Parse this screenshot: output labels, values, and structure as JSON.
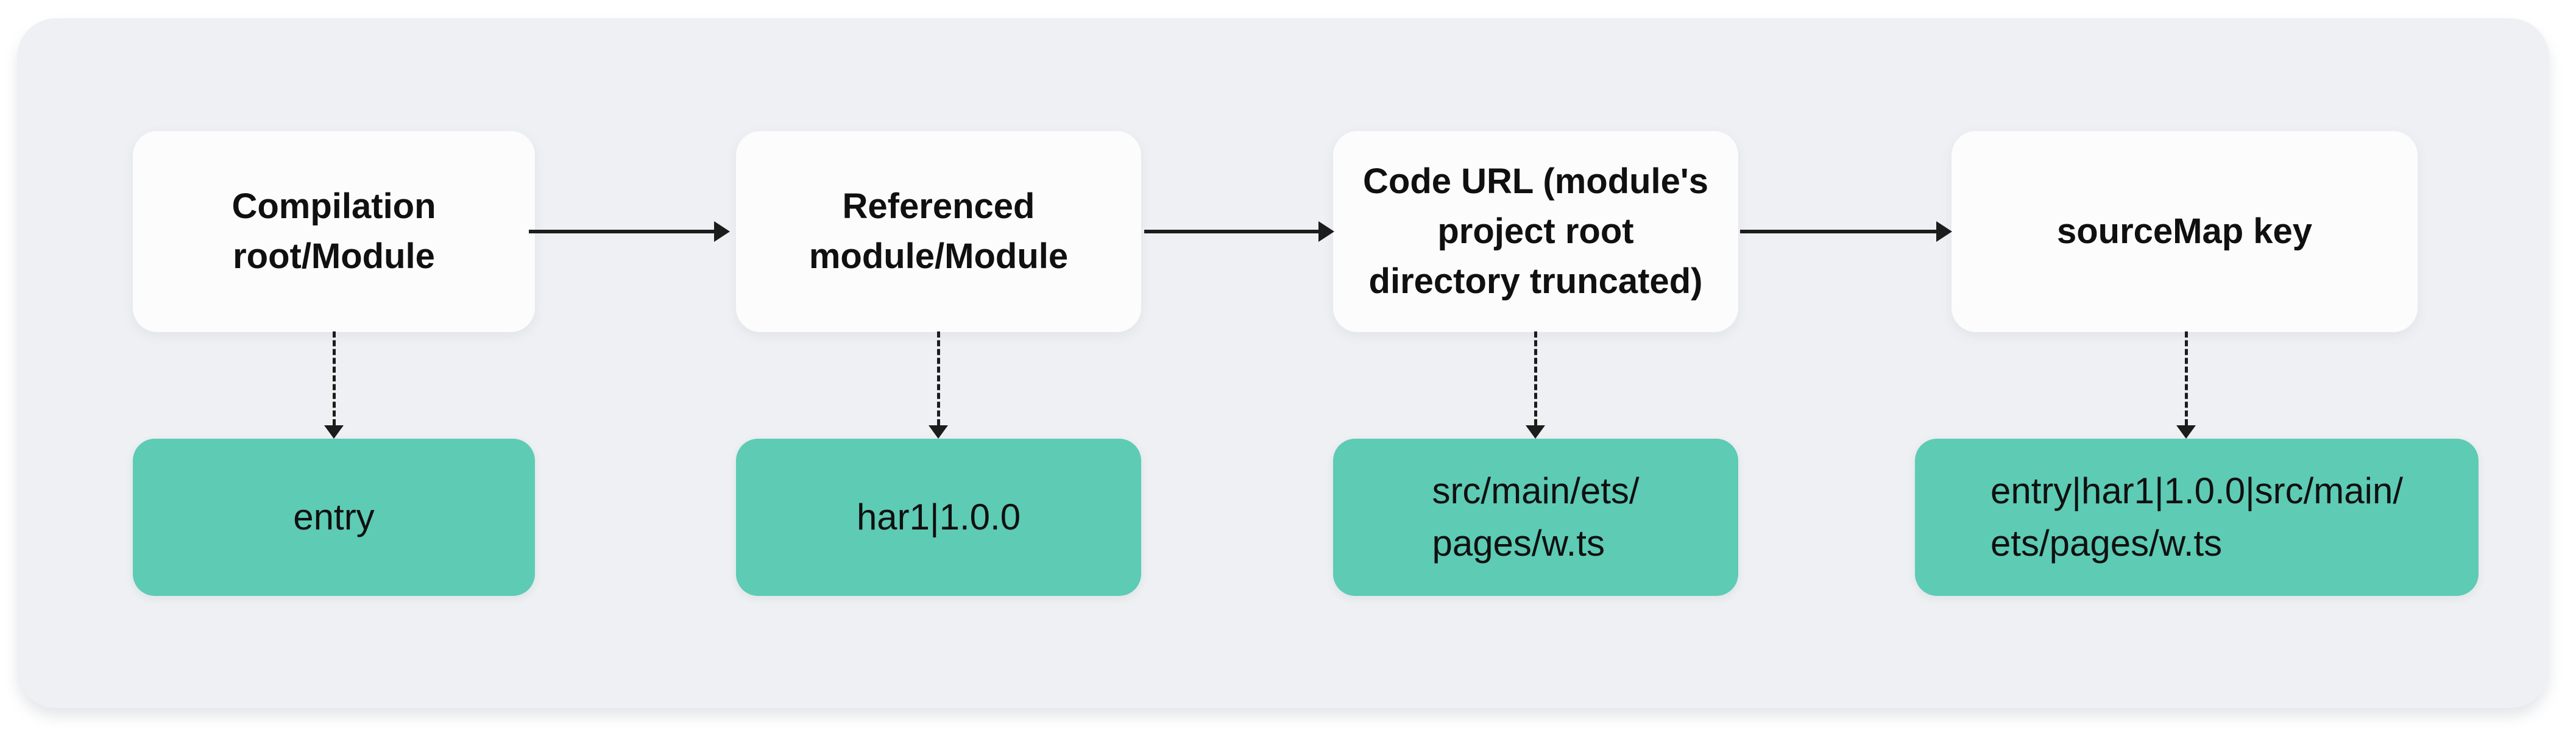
{
  "diagram": {
    "description_colors": {
      "page_background": "#ffffff",
      "panel_background": "#eef0f3",
      "card_background": "#fcfcfd",
      "value_background": "#5ecbb4",
      "text": "#101010",
      "arrow": "#1c1c1c"
    }
  },
  "flow": {
    "top_row": [
      {
        "label": "Compilation\nroot/Module"
      },
      {
        "label": "Referenced\nmodule/Module"
      },
      {
        "label": "Code URL (module's\nproject root\ndirectory truncated)"
      },
      {
        "label": "sourceMap key"
      }
    ],
    "bottom_row": [
      {
        "label": "entry"
      },
      {
        "label": "har1|1.0.0"
      },
      {
        "label": "src/main/ets/\npages/w.ts"
      },
      {
        "label": "entry|har1|1.0.0|src/main/\nets/pages/w.ts"
      }
    ]
  }
}
